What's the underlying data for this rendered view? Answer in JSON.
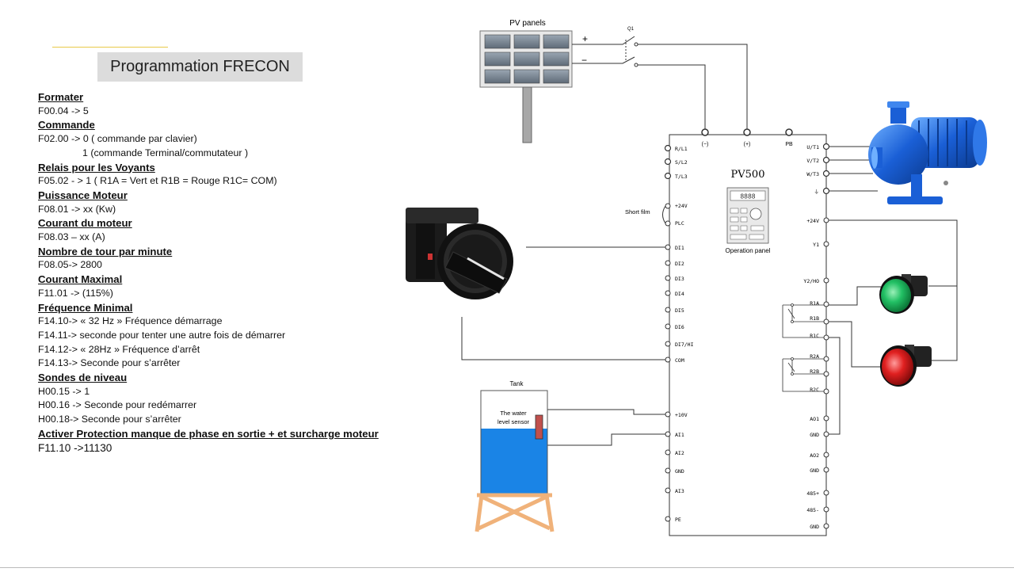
{
  "title": "Programmation FRECON",
  "sections": [
    {
      "heading": "Formater",
      "lines": [
        "F00.04 -> 5"
      ]
    },
    {
      "heading": "Commande",
      "lines": [
        "F02.00 -> 0 ( commande par clavier)",
        "1 (commande Terminal/commutateur )"
      ]
    },
    {
      "heading": "Relais pour les Voyants",
      "lines": [
        "F05.02 - > 1 (  R1A = Vert  et R1B = Rouge R1C= COM)"
      ]
    },
    {
      "heading": "Puissance Moteur",
      "lines": [
        "F08.01 ->   xx  (Kw)"
      ]
    },
    {
      "heading": "Courant  du moteur",
      "lines": [
        "F08.03 – xx (A)"
      ]
    },
    {
      "heading": "Nombre de tour par minute",
      "lines": [
        "F08.05-> 2800"
      ]
    },
    {
      "heading": "Courant Maximal",
      "lines": [
        "F11.01 -> (115%)"
      ]
    },
    {
      "heading": "Fréquence Minimal",
      "lines": [
        "F14.10-> « 32 Hz » Fréquence démarrage",
        "F14.11-> seconde pour tenter une autre fois de démarrer",
        "F14.12-> « 28Hz » Fréquence d’arrêt",
        "F14.13-> Seconde pour s’arrêter"
      ]
    },
    {
      "heading": "Sondes de niveau",
      "lines": [
        "H00.15 -> 1",
        "H00.16 -> Seconde pour redémarrer",
        "H00.18-> Seconde pour s’arrêter"
      ]
    },
    {
      "heading": "Activer Protection manque de phase en sortie + et surcharge moteur",
      "lines": [
        "F11.10 ->11130"
      ]
    }
  ],
  "diagram": {
    "pv_label": "PV panels",
    "q1_label": "Q1",
    "plus": "+",
    "minus": "−",
    "top_terminals": [
      "(−)",
      "(+)",
      "PB"
    ],
    "vfd_name": "PV500",
    "operation_panel_label": "Operation panel",
    "short_film_label": "Short film",
    "left_terminals": [
      "R/L1",
      "S/L2",
      "T/L3",
      "+24V",
      "PLC",
      "DI1",
      "DI2",
      "DI3",
      "DI4",
      "DI5",
      "DI6",
      "DI7/HI",
      "COM",
      "+10V",
      "AI1",
      "AI2",
      "GND",
      "AI3",
      "PE"
    ],
    "right_terminals": [
      "U/T1",
      "V/T2",
      "W/T3",
      "⏚",
      "+24V",
      "Y1",
      "Y2/HO",
      "R1A",
      "R1B",
      "R1C",
      "R2A",
      "R2B",
      "R2C",
      "AO1",
      "GND",
      "AO2",
      "GND",
      "485+",
      "485-",
      "GND"
    ],
    "tank_label": "Tank",
    "sensor_label_1": "The water",
    "sensor_label_2": "level sensor",
    "colors": {
      "water": "#1a84e6",
      "stand": "#f0b27a",
      "pump": "#1a5fd6",
      "green_lamp": "#22c064",
      "red_lamp": "#e02020"
    }
  }
}
